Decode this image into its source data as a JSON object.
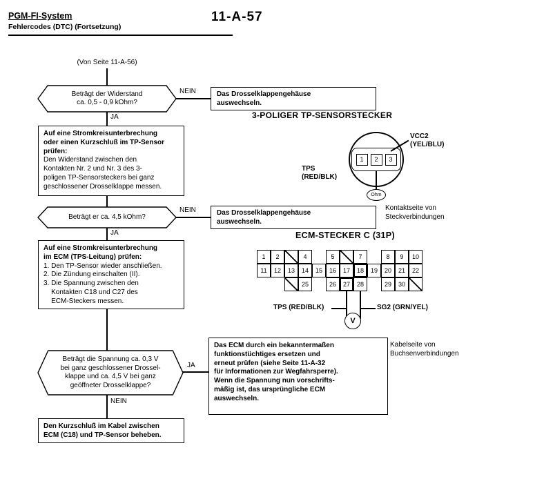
{
  "header": {
    "system_title": "PGM-FI-System",
    "subtitle": "Fehlercodes (DTC) (Fortsetzung)",
    "page_number": "11-A-57"
  },
  "flowchart": {
    "source_note": "(Von Seite 11-A-56)",
    "labels": {
      "yes": "JA",
      "no": "NEIN"
    },
    "decision_resistance": "Beträgt der Widerstand\nca. 0,5 - 0,9 kOhm?",
    "action_replace_throttle_body_1": "Das Drosselklappengehäuse\nauswechseln.",
    "check_tp_sensor_heading": "Auf eine Stromkreisunterbrechung\noder einen Kurzschluß im TP-Sensor\nprüfen:",
    "check_tp_sensor_body": "Den Widerstand zwischen den\nKontakten Nr. 2 und Nr. 3 des 3-\npoligen TP-Sensorsteckers bei ganz\ngeschlossener Drosselklappe messen.",
    "decision_45kohm": "Beträgt er ca. 4,5 kOhm?",
    "action_replace_throttle_body_2": "Das Drosselklappengehäuse\nauswechseln.",
    "check_ecm_heading": "Auf eine Stromkreisunterbrechung\nim ECM (TPS-Leitung) prüfen:",
    "check_ecm_steps": "1. Den TP-Sensor wieder anschließen.\n2. Die Zündung einschalten (II).\n3. Die Spannung zwischen den\n    Kontakten C18 und C27 des\n    ECM-Steckers messen.",
    "decision_voltage": "Beträgt die Spannung ca. 0,3 V\nbei ganz geschlossener Drossel-\nklappe und ca. 4,5 V bei ganz\ngeöffneter Drosselklappe?",
    "action_replace_ecm": "Das ECM durch ein bekanntermaßen\nfunktionstüchtiges ersetzen und\nerneut prüfen (siehe Seite 11-A-32\nfür Informationen zur Wegfahrsperre).\nWenn die Spannung nun vorschrifts-\nmäßig ist, das ursprüngliche ECM\nauswechseln.",
    "action_fix_short": "Den Kurzschluß im Kabel zwischen\nECM (C18) und TP-Sensor beheben."
  },
  "tp_connector": {
    "title": "3-POLIGER TP-SENSORSTECKER",
    "pins": [
      "1",
      "2",
      "3"
    ],
    "vcc2_label": "VCC2\n(YEL/BLU)",
    "tps_label": "TPS\n(RED/BLK)",
    "meter_label": "Ohm",
    "note": "Kontaktseite von\nSteckverbindungen"
  },
  "ecm_connector": {
    "title": "ECM-STECKER C (31P)",
    "tps_label": "TPS (RED/BLK)",
    "sg2_label": "SG2 (GRN/YEL)",
    "meter_label": "V",
    "note": "Kabelseite von\nBuchsenverbindungen",
    "grid": {
      "cell": 20,
      "rows": [
        {
          "offset": 0,
          "cells": [
            {
              "n": "1"
            },
            {
              "n": "2"
            },
            {
              "x": true
            },
            {
              "n": "4"
            },
            {
              "g": true
            },
            {
              "n": "5"
            },
            {
              "x": true
            },
            {
              "n": "7"
            },
            {
              "g": true
            },
            {
              "n": "8"
            },
            {
              "n": "9"
            },
            {
              "n": "10"
            }
          ]
        },
        {
          "offset": 0,
          "cells": [
            {
              "n": "11"
            },
            {
              "n": "12"
            },
            {
              "n": "13"
            },
            {
              "n": "14"
            },
            {
              "n": "15"
            },
            {
              "n": "16"
            },
            {
              "n": "17"
            },
            {
              "n": "18",
              "bold": true
            },
            {
              "n": "19"
            },
            {
              "n": "20"
            },
            {
              "n": "21"
            },
            {
              "n": "22"
            }
          ]
        },
        {
          "offset": 2,
          "cells": [
            {
              "x": true
            },
            {
              "n": "25"
            },
            {
              "g": true
            },
            {
              "n": "26"
            },
            {
              "n": "27",
              "bold": true
            },
            {
              "n": "28"
            },
            {
              "g": true
            },
            {
              "n": "29"
            },
            {
              "n": "30"
            },
            {
              "x": true
            }
          ]
        }
      ]
    }
  },
  "colors": {
    "ink": "#000000",
    "paper": "#ffffff"
  }
}
